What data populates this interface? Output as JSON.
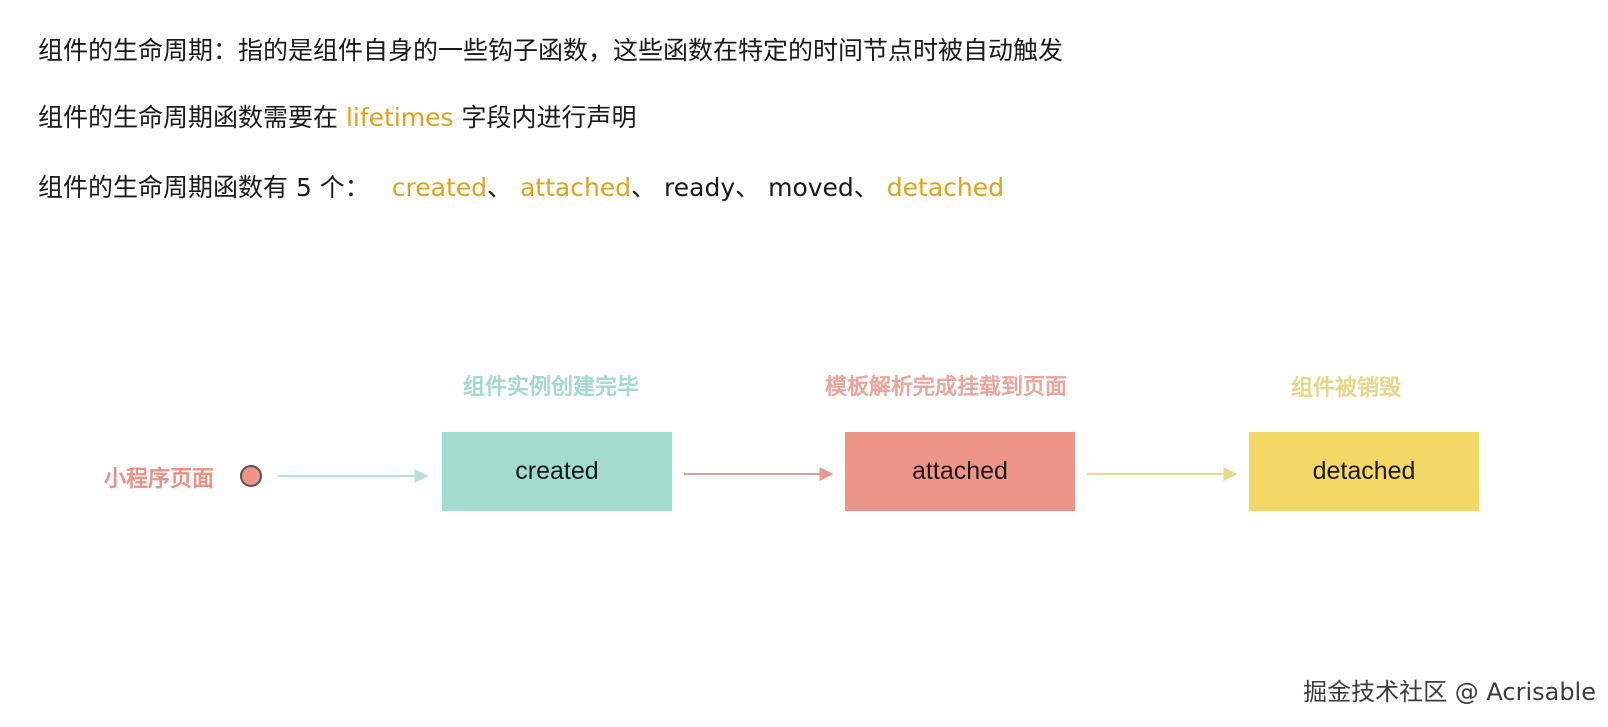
{
  "text": {
    "line1": "组件的生命周期：指的是组件自身的一些钩子函数，这些函数在特定的时间节点时被自动触发",
    "line2_prefix": "组件的生命周期函数需要在",
    "line2_keyword": "lifetimes",
    "line2_suffix": "字段内进行声明",
    "line3_prefix": "组件的生命周期函数有 5 个：",
    "hooks": [
      "created",
      "attached",
      "ready",
      "moved",
      "detached"
    ],
    "separator": "、"
  },
  "diagram": {
    "start_label": "小程序页面",
    "stages": [
      {
        "caption": "组件实例创建完毕",
        "box": "created",
        "color": "#a3dccc"
      },
      {
        "caption": "模板解析完成挂载到页面",
        "box": "attached",
        "color": "#ee9589"
      },
      {
        "caption": "组件被销毁",
        "box": "detached",
        "color": "#f4d865"
      }
    ],
    "arrow_colors": [
      "#b7e0d4",
      "#e89a92",
      "#e5dc8a"
    ]
  },
  "watermark": "掘金技术社区 @ Acrisable",
  "colors": {
    "highlight": "#e0a21c",
    "text": "#1a1a1a"
  }
}
